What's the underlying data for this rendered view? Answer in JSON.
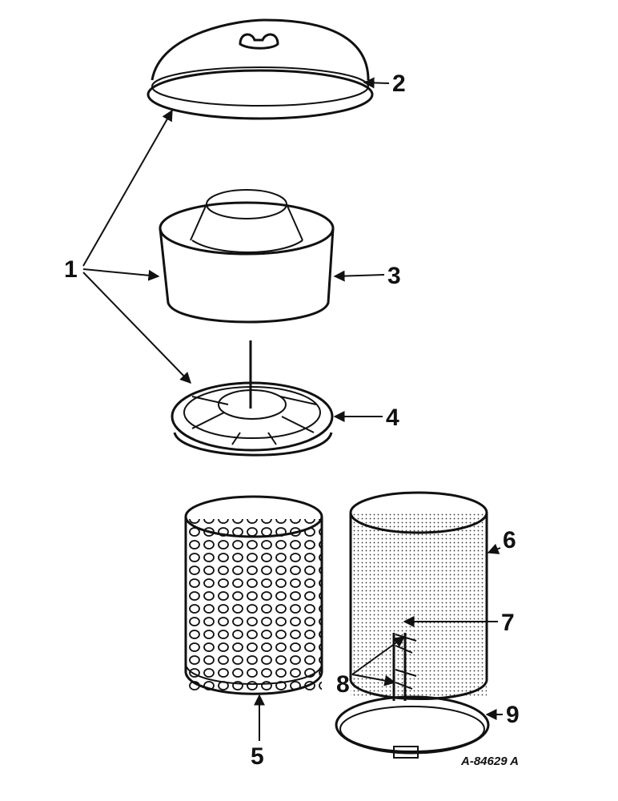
{
  "callouts": {
    "c1": "1",
    "c2": "2",
    "c3": "3",
    "c4": "4",
    "c5": "5",
    "c6": "6",
    "c7": "7",
    "c8": "8",
    "c9": "9"
  },
  "drawing_code": "A-84629 A",
  "colors": {
    "ink": "#111111",
    "paper": "#ffffff"
  }
}
